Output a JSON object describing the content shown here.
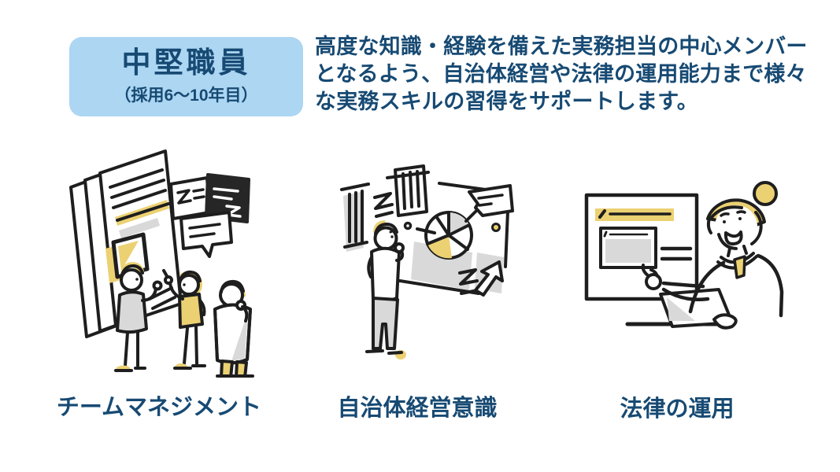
{
  "badge": {
    "title": "中堅職員",
    "subtitle": "（採用6～10年目）"
  },
  "description": {
    "lines": [
      "高度な知識・経験を備えた実務担当の中心メンバー",
      "となるよう、自治体経営や法律の運用能力まで様々",
      "な実務スキルの習得をサポートします。"
    ]
  },
  "skills": [
    {
      "label": "チームマネジメント",
      "illustration": "team-discussion-illustration"
    },
    {
      "label": "自治体経営意識",
      "illustration": "management-charts-illustration"
    },
    {
      "label": "法律の運用",
      "illustration": "law-presentation-illustration"
    }
  ],
  "colors": {
    "badge_bg": "#acd6f2",
    "text_navy": "#174a73",
    "accent_yellow": "#ecd173",
    "accent_gray": "#d9d9d9",
    "ink": "#1e1e1e",
    "screen_dark": "#262626"
  }
}
